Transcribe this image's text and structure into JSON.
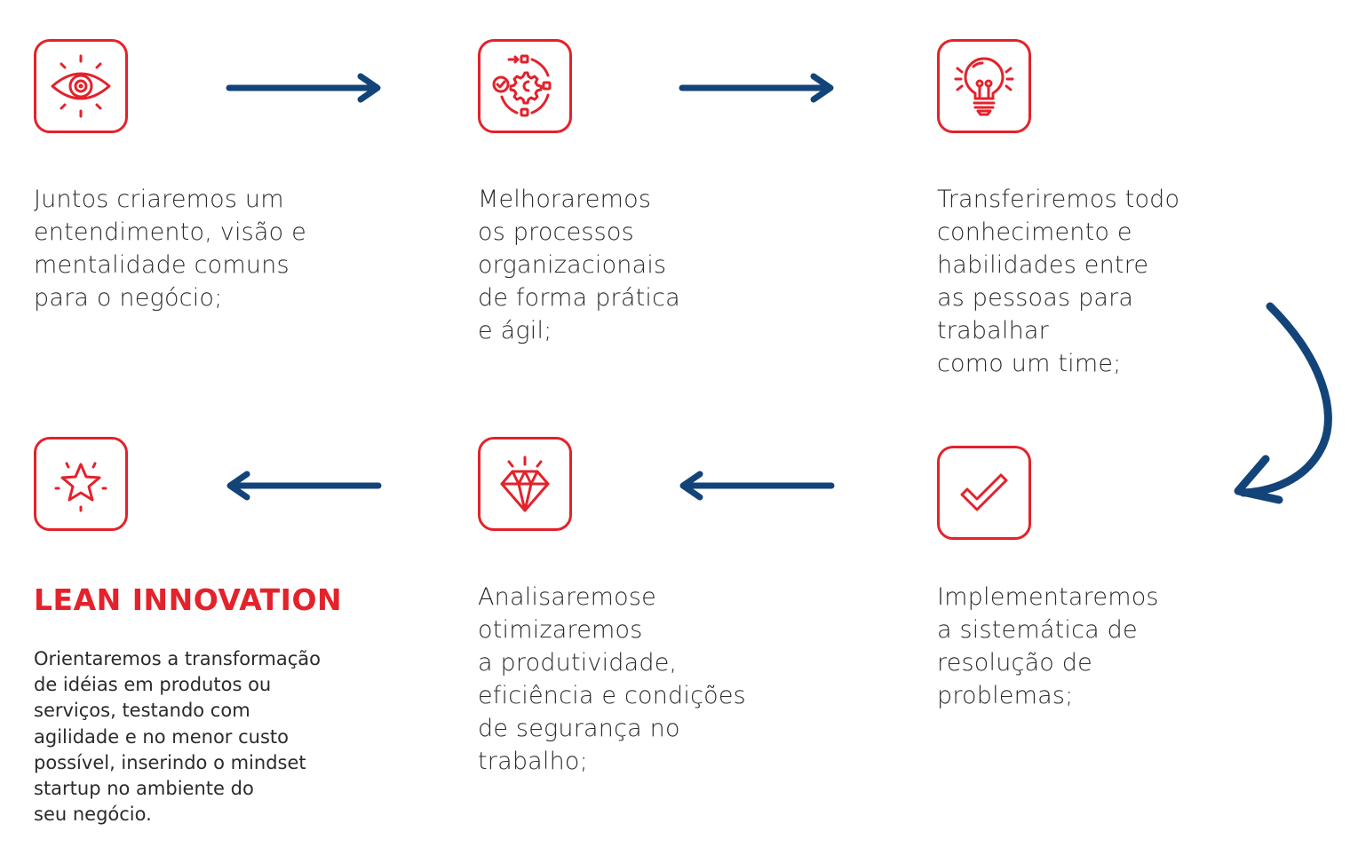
{
  "colors": {
    "accent_red": "#e3222b",
    "arrow_blue": "#134479",
    "text": "#2b2b2b",
    "background": "#ffffff"
  },
  "steps": [
    {
      "icon": "eye-icon",
      "text": "Juntos criaremos um\nentendimento, visão e\nmentalidade comuns\npara o negócio;"
    },
    {
      "icon": "gear-process-icon",
      "text": "Melhoraremos\nos processos\norganizacionais\nde forma prática\ne ágil;"
    },
    {
      "icon": "lightbulb-icon",
      "text": "Transferiremos todo\nconhecimento e\nhabilidades entre\nas pessoas para\ntrabalhar\ncomo um time;"
    },
    {
      "icon": "checkmark-icon",
      "text": "Implementaremos\na sistemática de\nresolução de\nproblemas;"
    },
    {
      "icon": "diamond-icon",
      "text": "Analisaremose\notimizaremos\na produtividade,\neficiência e condições\nde segurança no\ntrabalho;"
    },
    {
      "icon": "star-icon",
      "title": "LEAN INNOVATION",
      "text": "Orientaremos a transformação\nde idéias em produtos ou\nserviços, testando com\nagilidade e no menor custo\npossível, inserindo o mindset\nstartup no ambiente do\nseu negócio."
    }
  ],
  "arrows": [
    {
      "name": "arrow-right-1",
      "direction": "right"
    },
    {
      "name": "arrow-right-2",
      "direction": "right"
    },
    {
      "name": "arrow-curved-down",
      "direction": "down-left"
    },
    {
      "name": "arrow-left-1",
      "direction": "left"
    },
    {
      "name": "arrow-left-2",
      "direction": "left"
    }
  ]
}
